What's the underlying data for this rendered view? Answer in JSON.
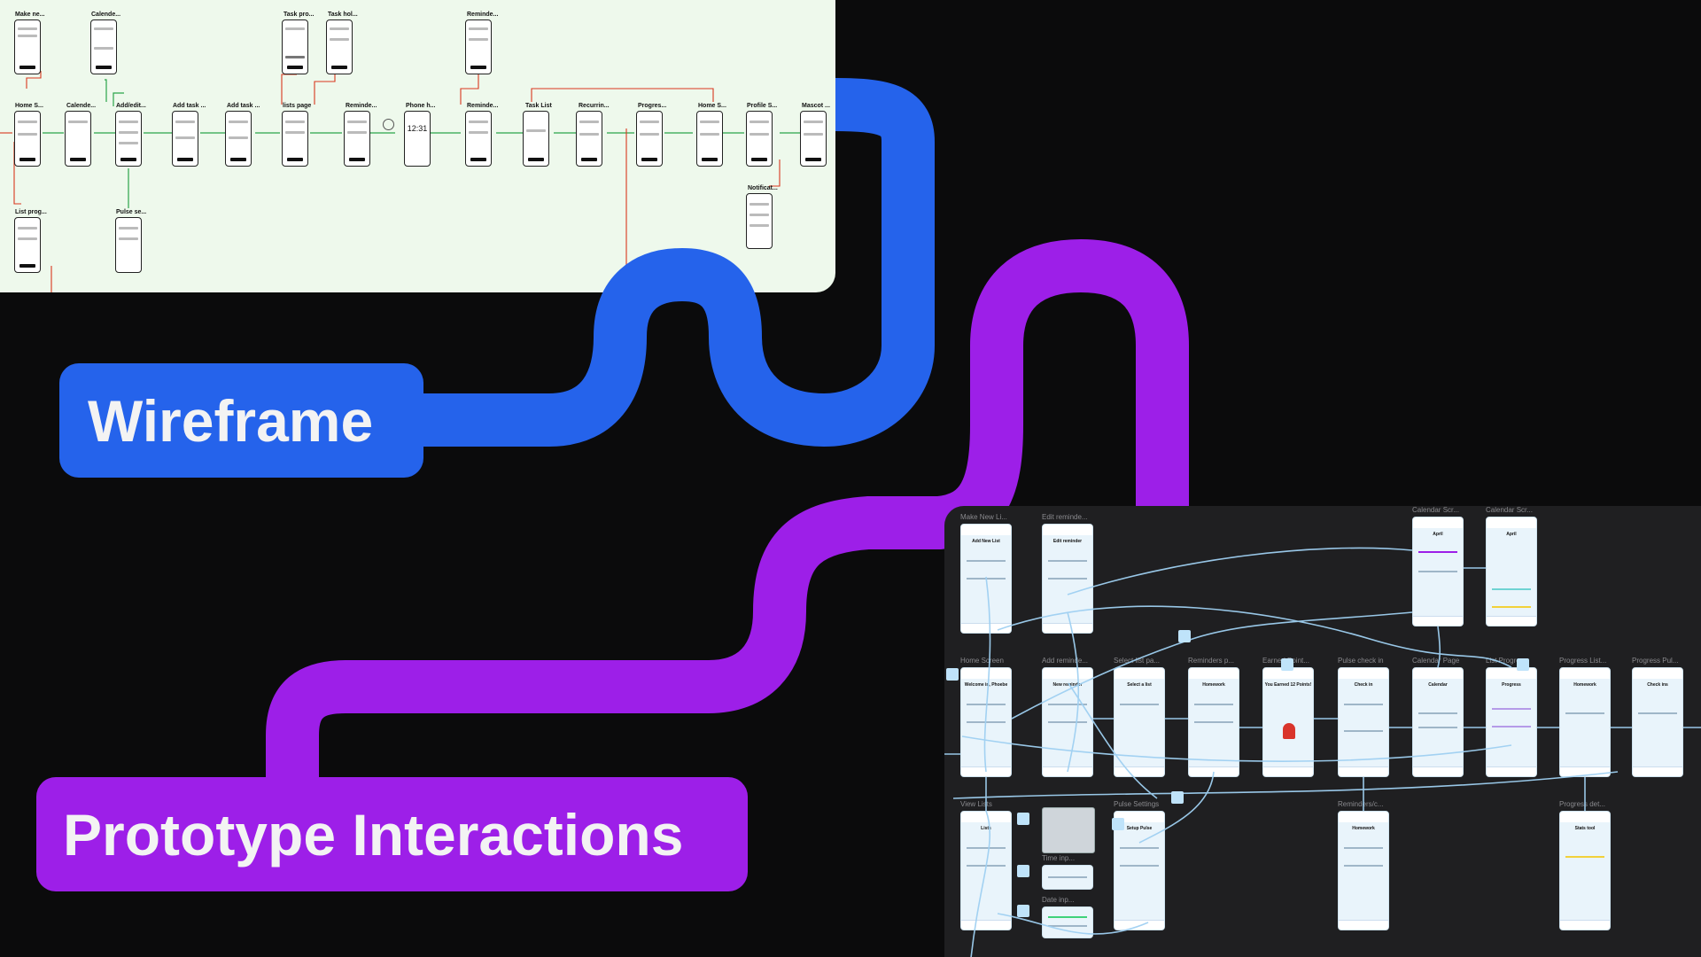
{
  "colors": {
    "background": "#0b0b0c",
    "wireframe_accent": "#2563eb",
    "prototype_accent": "#9d1fe8",
    "wireframe_board": "#eef9ec",
    "prototype_board": "#1f1f21",
    "link_line": "#9fd0f2"
  },
  "pills": {
    "wireframe": "Wireframe",
    "prototype": "Prototype Interactions"
  },
  "wireframe": {
    "screens": [
      {
        "label": "Make ne..."
      },
      {
        "label": "Calende..."
      },
      {
        "label": "Task pro..."
      },
      {
        "label": "Task hol..."
      },
      {
        "label": "Reminde..."
      },
      {
        "label": "Home S..."
      },
      {
        "label": "Calende..."
      },
      {
        "label": "Add/edit..."
      },
      {
        "label": "Add task ..."
      },
      {
        "label": "Add task ..."
      },
      {
        "label": "lists page"
      },
      {
        "label": "Reminde..."
      },
      {
        "label": "Phone h..."
      },
      {
        "label": "Reminde..."
      },
      {
        "label": "Task List"
      },
      {
        "label": "Recurrin..."
      },
      {
        "label": "Progres..."
      },
      {
        "label": "Home S..."
      },
      {
        "label": "Profile S..."
      },
      {
        "label": "Mascot ..."
      },
      {
        "label": "List prog..."
      },
      {
        "label": "Pulse se..."
      },
      {
        "label": "Notificat..."
      }
    ],
    "phone_time": "12:31"
  },
  "prototype": {
    "screens": [
      {
        "label": "Make New Li...",
        "title": "Add New List"
      },
      {
        "label": "Edit reminde...",
        "title": "Edit reminder"
      },
      {
        "label": "Calendar Scr...",
        "title": "April"
      },
      {
        "label": "Calendar Scr...",
        "title": "April"
      },
      {
        "label": "Home Screen",
        "title": "Welcome in, Phoebe"
      },
      {
        "label": "Add reminde...",
        "title": "New reminder"
      },
      {
        "label": "Select list pa...",
        "title": "Select a list"
      },
      {
        "label": "Reminders p...",
        "title": "Homework"
      },
      {
        "label": "Earned Point...",
        "title": "You Earned 12 Points!"
      },
      {
        "label": "Pulse check in",
        "title": "Check in"
      },
      {
        "label": "Calendar Page",
        "title": "Calendar"
      },
      {
        "label": "List Progress",
        "title": "Progress"
      },
      {
        "label": "Progress List...",
        "title": "Homework"
      },
      {
        "label": "Progress Pul...",
        "title": "Check ins"
      },
      {
        "label": "View Lists",
        "title": "Lists"
      },
      {
        "label": "Pulse Settings",
        "title": "Setup Pulse"
      },
      {
        "label": "Reminders/c...",
        "title": "Homework"
      },
      {
        "label": "Progress det...",
        "title": "Stats tool"
      },
      {
        "label": "Time inp...",
        "title": ""
      },
      {
        "label": "Date inp...",
        "title": ""
      }
    ]
  }
}
